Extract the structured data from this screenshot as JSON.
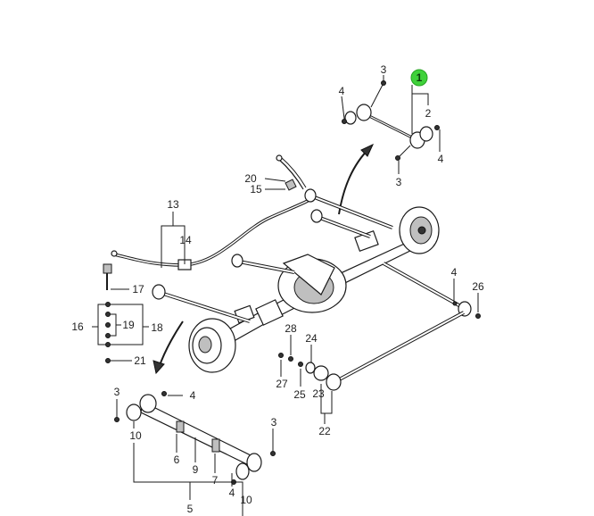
{
  "highlight_color": "#3fd13a",
  "callouts": {
    "c1": "1",
    "c2": "2",
    "c3a": "3",
    "c3b": "3",
    "c3c": "3",
    "c3d": "3",
    "c4a": "4",
    "c4b": "4",
    "c4c": "4",
    "c4d": "4",
    "c4e": "4",
    "c5": "5",
    "c6": "6",
    "c7": "7",
    "c9": "9",
    "c10a": "10",
    "c10b": "10",
    "c13": "13",
    "c14": "14",
    "c15": "15",
    "c16": "16",
    "c17": "17",
    "c18": "18",
    "c19": "19",
    "c20": "20",
    "c21": "21",
    "c22": "22",
    "c23": "23",
    "c24": "24",
    "c25": "25",
    "c26": "26",
    "c27": "27",
    "c28": "28"
  }
}
